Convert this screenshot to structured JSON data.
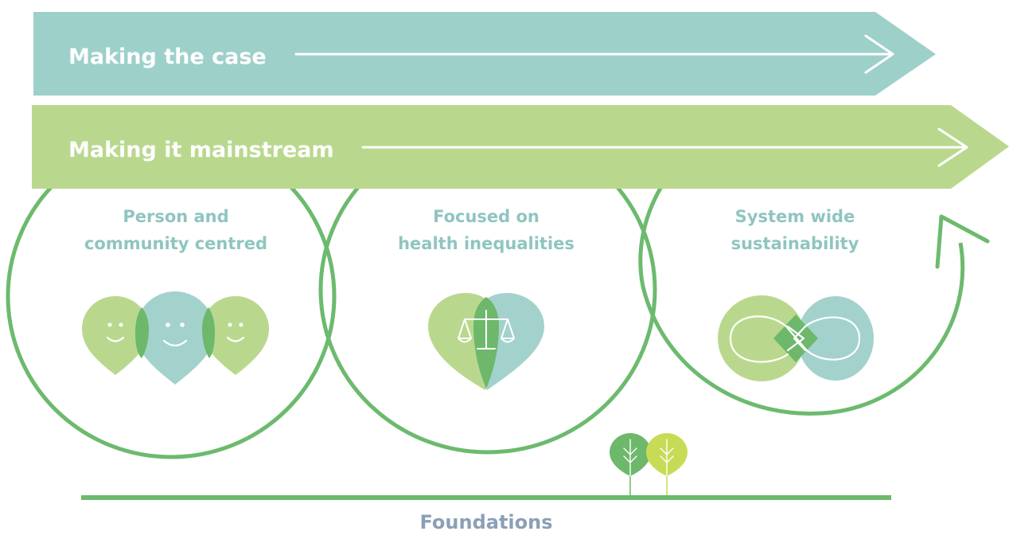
{
  "colors": {
    "teal": "#9ed0ca",
    "green": "#b9d88e",
    "loop": "#6cba6e",
    "text_teal": "#8fc5c0",
    "text_white": "#ffffff",
    "dark_green": "#6db86b",
    "foundation_text": "#8b9fb6",
    "lime_leaf": "#c7db56"
  },
  "banners": {
    "case": "Making the case",
    "mainstream": "Making it mainstream"
  },
  "pillars": [
    {
      "line1": "Person and",
      "line2": "community centred",
      "icon": "smiling-faces-icon"
    },
    {
      "line1": "Focused on",
      "line2": "health inequalities",
      "icon": "scales-icon"
    },
    {
      "line1": "System wide",
      "line2": "sustainability",
      "icon": "infinity-loop-icon"
    }
  ],
  "foundations": "Foundations"
}
